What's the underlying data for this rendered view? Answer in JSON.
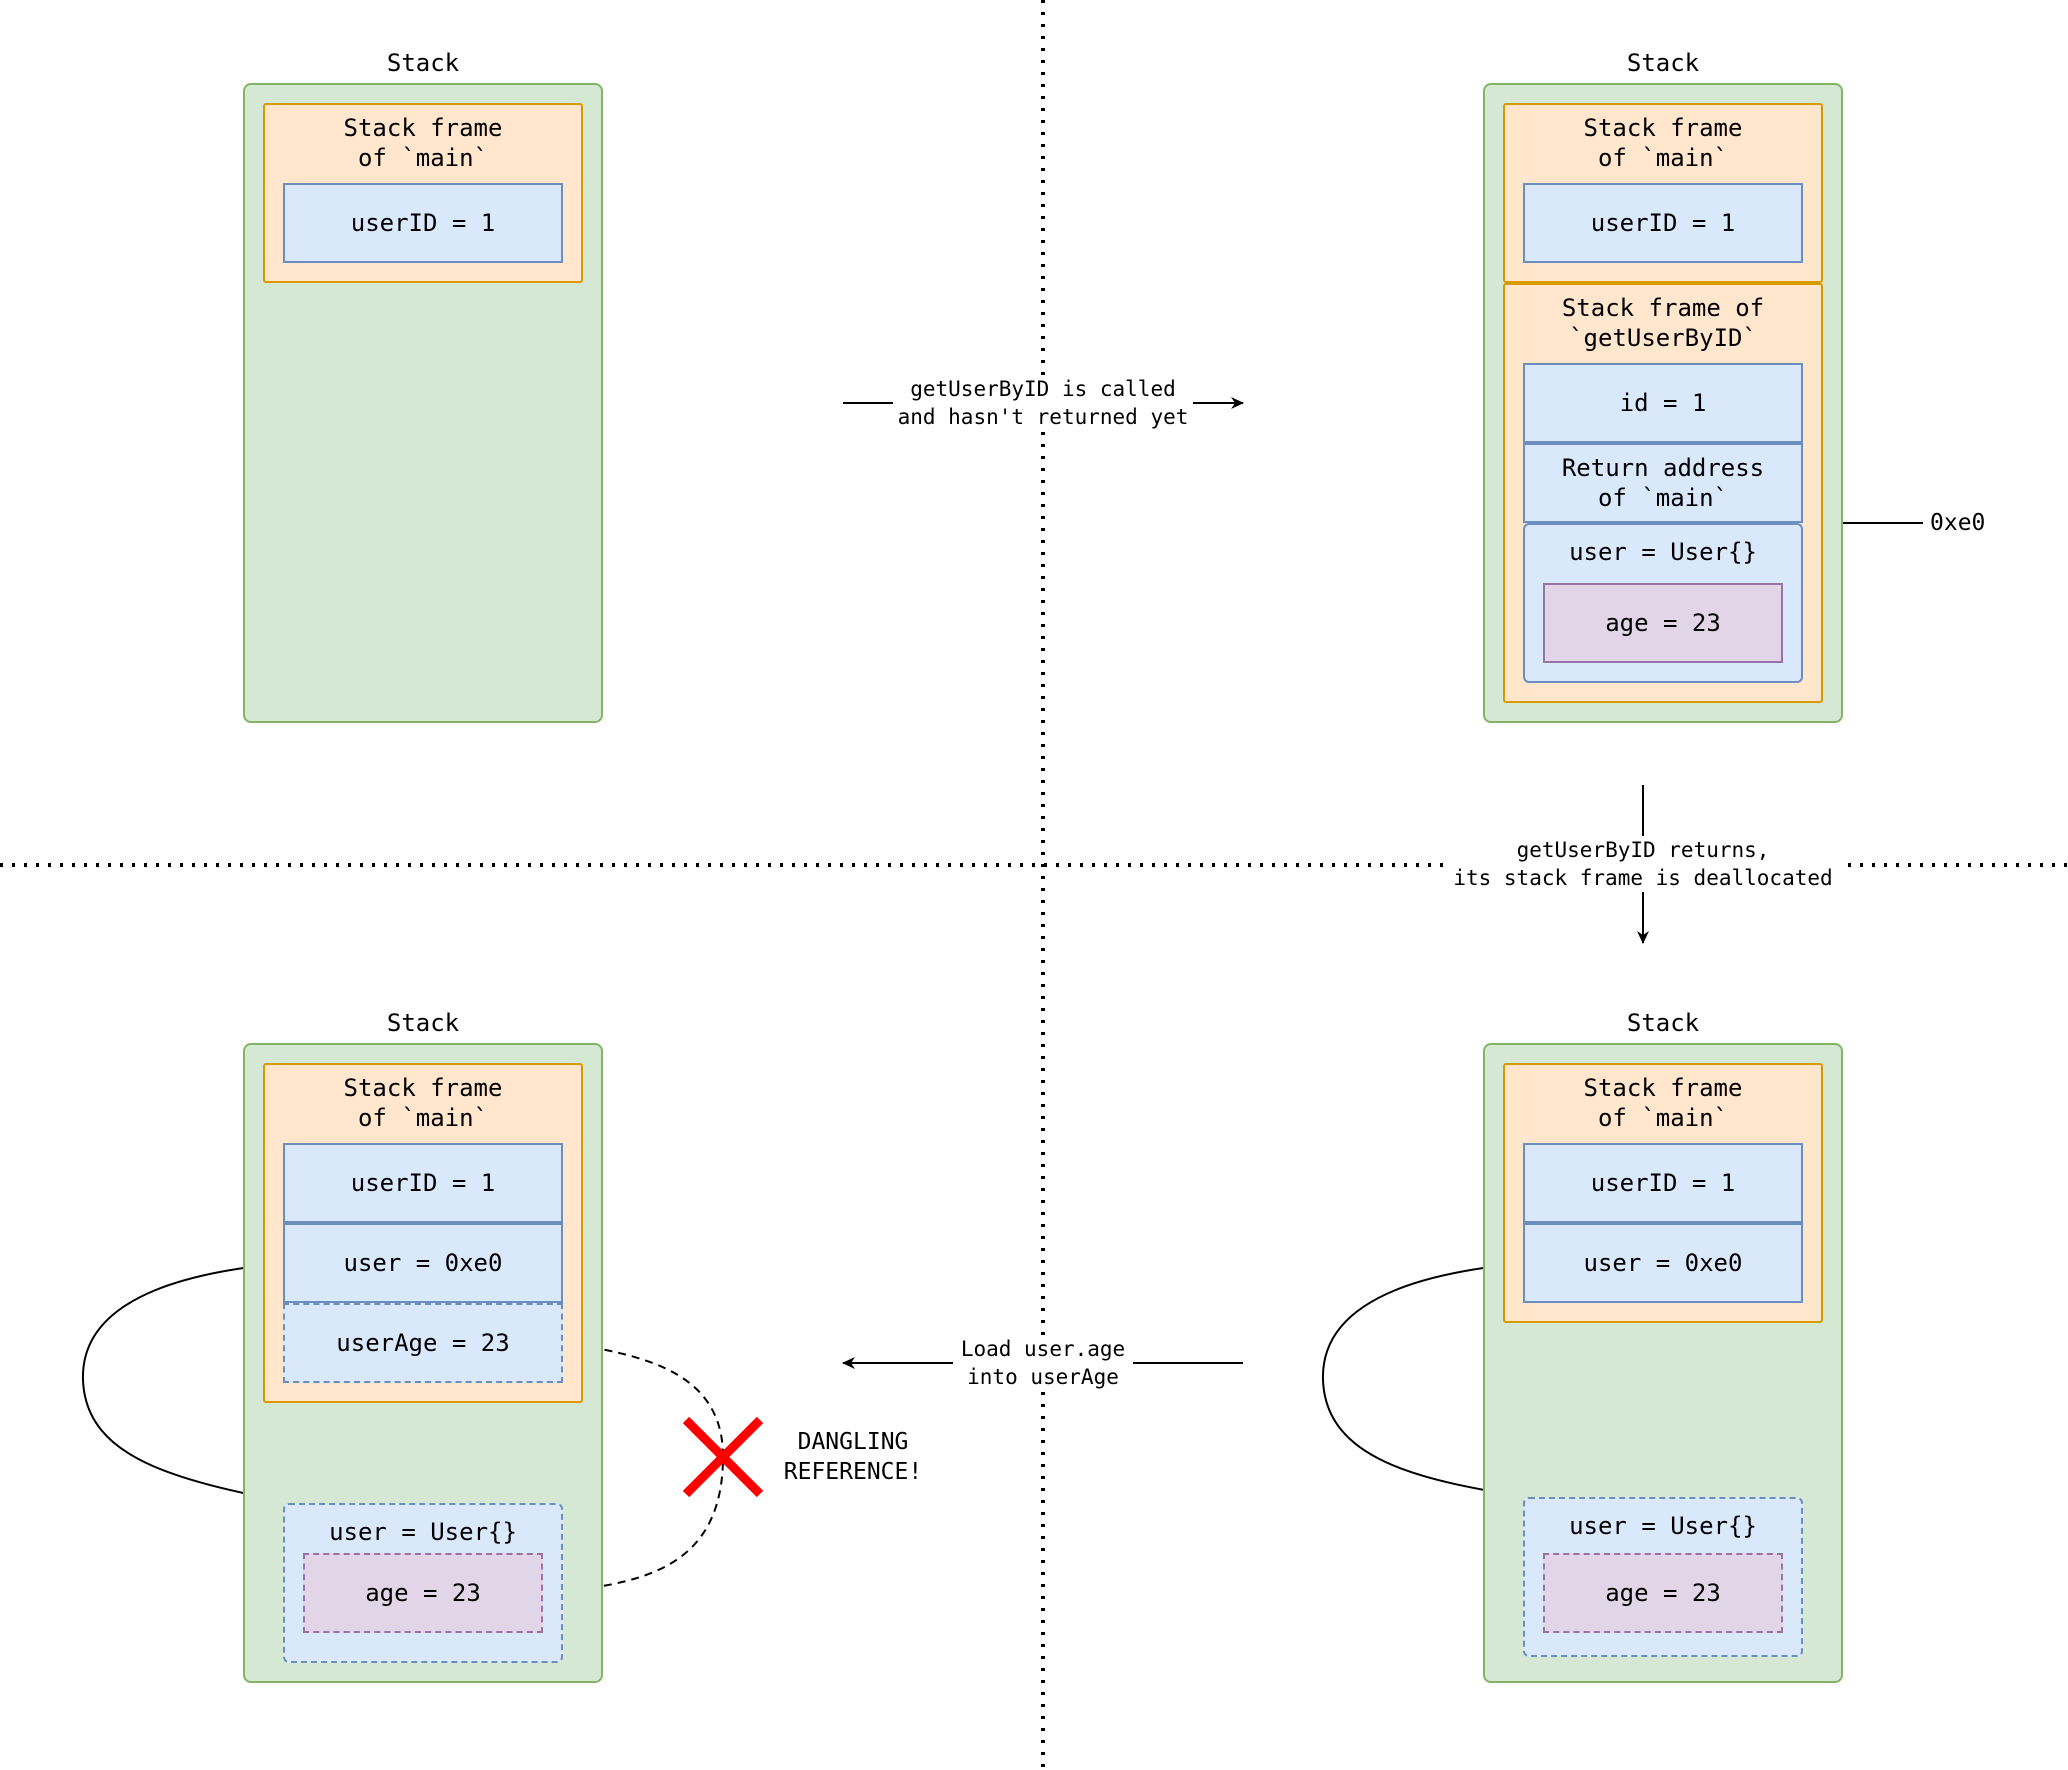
{
  "panels": {
    "top_left": {
      "stack_label": "Stack",
      "frame_title": "Stack frame\nof `main`",
      "vars": [
        "userID = 1"
      ]
    },
    "top_right": {
      "stack_label": "Stack",
      "main_frame_title": "Stack frame\nof `main`",
      "main_vars": [
        "userID = 1"
      ],
      "callee_frame_title": "Stack frame of\n`getUserByID`",
      "callee_vars": [
        "id = 1",
        "Return address\nof `main`"
      ],
      "user_struct": "user = User{}",
      "user_field": "age = 23",
      "address_label": "0xe0"
    },
    "bottom_right": {
      "stack_label": "Stack",
      "frame_title": "Stack frame\nof `main`",
      "vars": [
        "userID = 1",
        "user = 0xe0"
      ],
      "stale_struct": "user = User{}",
      "stale_field": "age = 23"
    },
    "bottom_left": {
      "stack_label": "Stack",
      "frame_title": "Stack frame\nof `main`",
      "vars": [
        "userID = 1",
        "user = 0xe0"
      ],
      "new_var": "userAge = 23",
      "stale_struct": "user = User{}",
      "stale_field": "age = 23"
    }
  },
  "transitions": {
    "call": "getUserByID is called\nand hasn't returned yet",
    "return": "getUserByID returns,\nits stack frame is deallocated",
    "load": "Load user.age\ninto userAge"
  },
  "warning": {
    "text": "DANGLING\nREFERENCE!",
    "icon": "red-x-icon",
    "color": "#ff0000"
  },
  "colors": {
    "stack_fill": "#d5e8d4",
    "stack_border": "#82b366",
    "frame_fill": "#ffe6cc",
    "frame_border": "#d79b00",
    "var_fill": "#dae8fc",
    "var_border": "#6c8ebf",
    "field_fill": "#e1d5e7",
    "field_border": "#9673a6"
  }
}
